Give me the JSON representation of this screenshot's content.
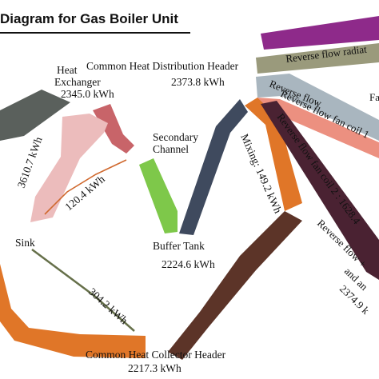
{
  "title": "Diagram for Gas Boiler Unit",
  "colors": {
    "heat_exchanger": "#c86469",
    "pink": "#ecbcbc",
    "dark_gray": "#5a605c",
    "secondary_green": "#7ec84a",
    "distribution_navy": "#3f4a5e",
    "orange": "#e07628",
    "brown": "#5c3428",
    "purple": "#8e2a8a",
    "olive": "#9a9a7c",
    "light_gray": "#a9b6bf",
    "salmon": "#ec9080",
    "dark_maroon": "#4a2232",
    "thin_orange": "#d06a30",
    "thin_olive": "#66704a"
  },
  "nodes": {
    "heat_exchanger_line1": "Heat",
    "heat_exchanger_line2": "Exchanger",
    "heat_exchanger_value": "2345.0 kWh",
    "distribution_header": "Common Heat Distribution Header",
    "distribution_value": "2373.8 kWh",
    "secondary_line1": "Secondary",
    "secondary_line2": "Channel",
    "buffer_tank": "Buffer Tank",
    "buffer_value": "2224.6 kWh",
    "sink": "Sink",
    "collector_header": "Common Heat Collector Header",
    "collector_value": "2217.3 kWh"
  },
  "flows": {
    "sink_flow": "3610.7 kWh",
    "small_flow": "120.4 kWh",
    "collector_flow": "304.2 kWh",
    "mixing": "Mixing: 149.2 kWh",
    "reverse_radiator": "Reverse flow radiat",
    "reverse_flow": "Reverse flow",
    "reverse_fan_coil_1": "Reverse flow  fan coil 1",
    "fan": "Fa",
    "reverse_fan_coil_2": "Reverse flow fan coil 2 : 1628.4",
    "reverse_plus_line1": "Reverse flow +",
    "reverse_plus_line2": "and an",
    "reverse_plus_line3": "2374.9 k"
  }
}
